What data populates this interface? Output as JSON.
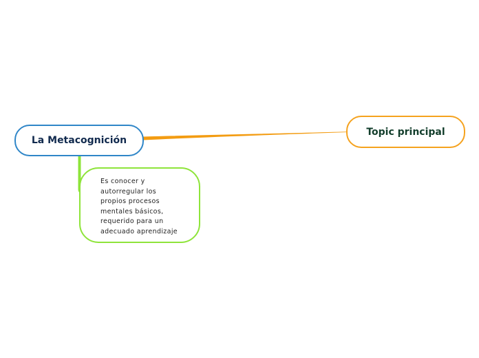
{
  "nodes": {
    "main": {
      "label": "La Metacognición",
      "border_color": "#2f86c8"
    },
    "topic": {
      "label": "Topic principal",
      "border_color": "#f5a21e"
    },
    "description": {
      "label": "Es conocer y autorregular los propios procesos mentales básicos, requerido para un adecuado aprendizaje",
      "border_color": "#8ee43a"
    }
  },
  "connectors": {
    "main_to_topic_color": "#f39c12",
    "main_to_description_color": "#8ee43a"
  }
}
